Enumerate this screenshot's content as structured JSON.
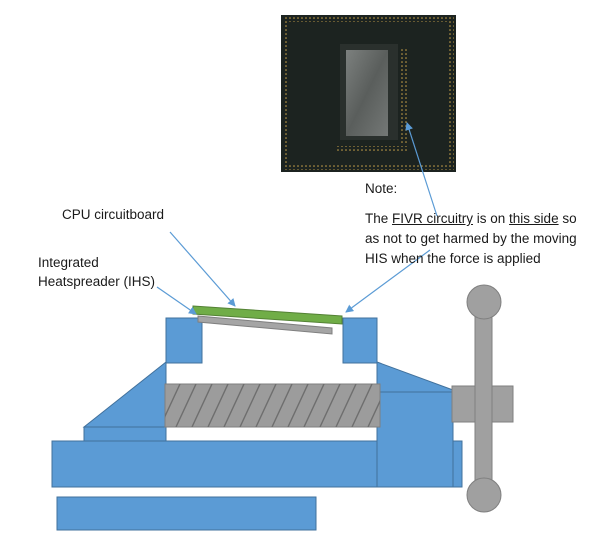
{
  "labels": {
    "cpu_circuitboard": "CPU circuitboard",
    "ihs_line1": "Integrated",
    "ihs_line2": "Heatspreader (IHS)"
  },
  "note": {
    "title": "Note:",
    "line1_prefix": "The ",
    "line1_link1": "FIVR circuitry",
    "line1_mid": " is on ",
    "line1_link2": "this side",
    "line1_suffix": " so",
    "line2": "as not to get harmed by the moving",
    "line3": "HIS when the force is applied"
  },
  "colors": {
    "vise_blue": "#5b9bd5",
    "vise_outline": "#41719c",
    "circuitboard_green": "#70ad47",
    "ihs_gray": "#a5a5a5",
    "screw_gray": "#9c9c9c",
    "handle_gray": "#a0a0a0",
    "cpu_pcb": "#1c2320",
    "cpu_die": "#6e7270",
    "arrow_blue": "#5b9bd5"
  }
}
